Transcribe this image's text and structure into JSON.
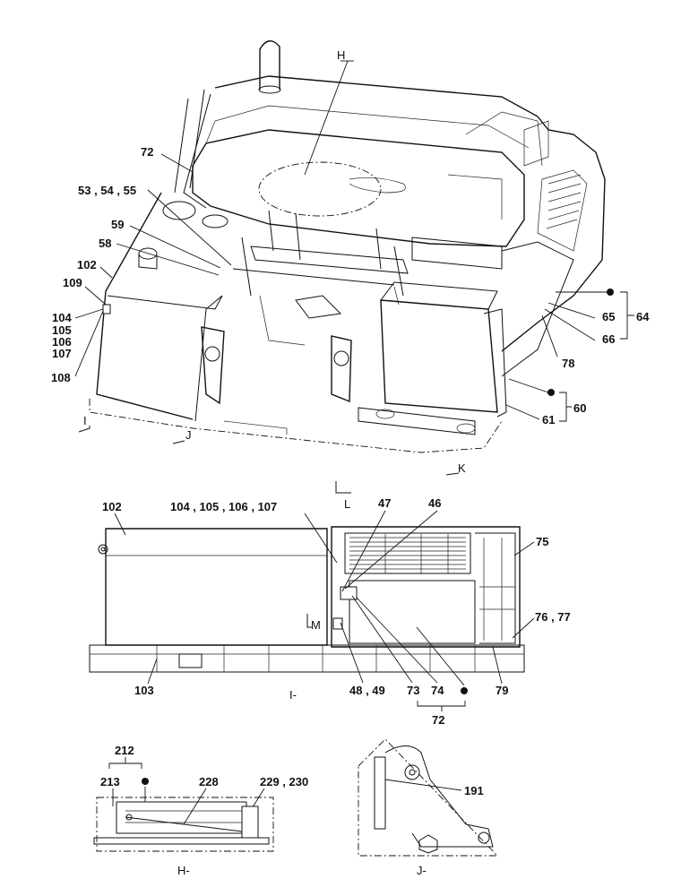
{
  "top_view": {
    "view_markers": [
      "H",
      "I",
      "J",
      "K"
    ],
    "callouts": {
      "c72": "72",
      "c53": "53 , 54 , 55",
      "c59": "59",
      "c58": "58",
      "c102": "102",
      "c109": "109",
      "c104": "104",
      "c105": "105",
      "c106": "106",
      "c107": "107",
      "c108": "108",
      "c65": "65",
      "c64": "64",
      "c66": "66",
      "c78": "78",
      "c60": "60",
      "c61": "61"
    }
  },
  "view_i": {
    "title": "I-",
    "markers": [
      "L",
      "M"
    ],
    "callouts": {
      "c102": "102",
      "c104_107": "104 , 105 , 106 , 107",
      "c47": "47",
      "c46": "46",
      "c75": "75",
      "c76_77": "76 , 77",
      "c103": "103",
      "c48_49": "48 , 49",
      "c73": "73",
      "c74": "74",
      "c79": "79",
      "c72": "72"
    }
  },
  "view_h": {
    "title": "H-",
    "callouts": {
      "c212": "212",
      "c213": "213",
      "c228": "228",
      "c229_230": "229 , 230"
    }
  },
  "view_j": {
    "title": "J-",
    "callouts": {
      "c191": "191"
    }
  }
}
